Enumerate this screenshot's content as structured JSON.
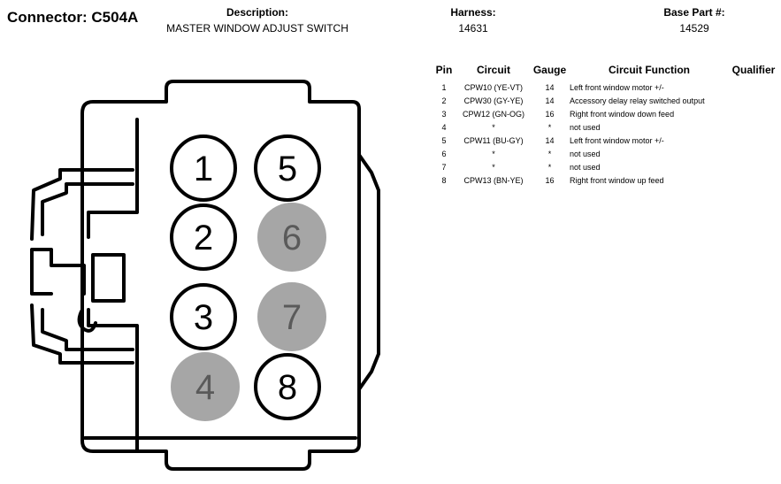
{
  "header": {
    "connector": "Connector: C504A",
    "description_label": "Description:",
    "description": "MASTER WINDOW ADJUST SWITCH",
    "harness_label": "Harness:",
    "harness": "14631",
    "base_part_label": "Base Part #:",
    "base_part": "14529"
  },
  "table": {
    "headers": [
      "Pin",
      "Circuit",
      "Gauge",
      "Circuit Function",
      "Qualifier"
    ],
    "rows": [
      {
        "pin": "1",
        "circuit": "CPW10 (YE-VT)",
        "gauge": "14",
        "function": "Left front window motor +/-"
      },
      {
        "pin": "2",
        "circuit": "CPW30 (GY-YE)",
        "gauge": "14",
        "function": "Accessory delay relay switched output"
      },
      {
        "pin": "3",
        "circuit": "CPW12 (GN-OG)",
        "gauge": "16",
        "function": "Right front window down feed"
      },
      {
        "pin": "4",
        "circuit": "*",
        "gauge": "*",
        "function": "not used"
      },
      {
        "pin": "5",
        "circuit": "CPW11 (BU-GY)",
        "gauge": "14",
        "function": "Left front window motor +/-"
      },
      {
        "pin": "6",
        "circuit": "*",
        "gauge": "*",
        "function": "not used"
      },
      {
        "pin": "7",
        "circuit": "*",
        "gauge": "*",
        "function": "not used"
      },
      {
        "pin": "8",
        "circuit": "CPW13 (BN-YE)",
        "gauge": "16",
        "function": "Right front window up feed"
      }
    ]
  },
  "connector": {
    "cavities": [
      "1",
      "2",
      "3",
      "4",
      "5",
      "6",
      "7",
      "8"
    ],
    "used_fill": "#ffffff",
    "unused_fill": "#a6a6a6",
    "unused_text_color": "#5a5a5a"
  }
}
